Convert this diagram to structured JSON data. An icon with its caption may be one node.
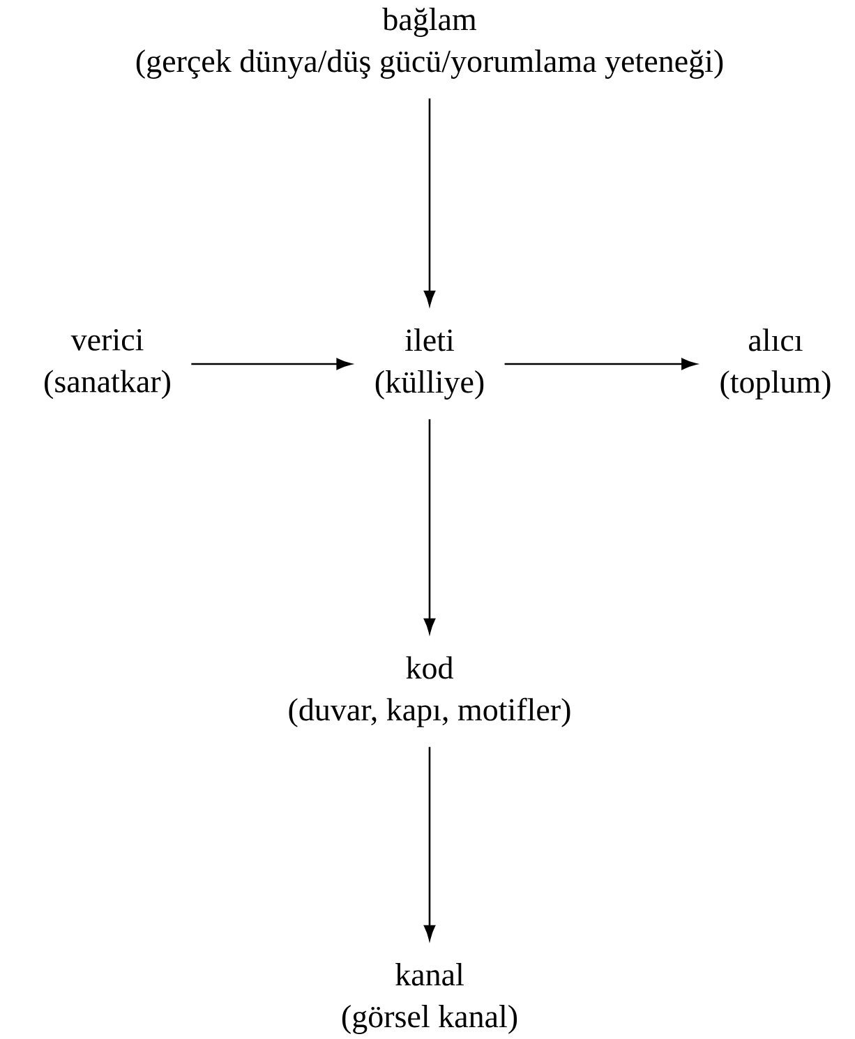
{
  "diagram": {
    "nodes": [
      {
        "text": [
          "bağlam",
          "(gerçek dünya/düş gücü/yorumlama yeteneği)"
        ]
      },
      {
        "text": [
          "verici",
          "(sanatkar)"
        ]
      },
      {
        "text": [
          "ileti",
          "(külliye)"
        ]
      },
      {
        "text": [
          "alıcı",
          "(toplum)"
        ]
      },
      {
        "text": [
          "kod",
          "(duvar, kapı, motifler)"
        ]
      },
      {
        "text": [
          "kanal",
          "(görsel kanal)"
        ]
      }
    ],
    "edges": [
      {
        "from": 0,
        "to": 2,
        "arrow": "to"
      },
      {
        "from": 1,
        "to": 2,
        "arrow": "to"
      },
      {
        "from": 2,
        "to": 3,
        "arrow": "to"
      },
      {
        "from": 2,
        "to": 4,
        "arrow": "to"
      },
      {
        "from": 4,
        "to": 5,
        "arrow": "to"
      }
    ]
  }
}
